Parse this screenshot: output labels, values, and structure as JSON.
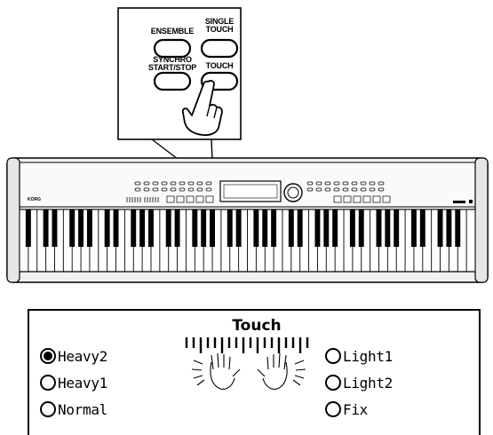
{
  "callout": {
    "buttons": [
      {
        "id": "ensemble",
        "label": "ENSEMBLE"
      },
      {
        "id": "single-touch",
        "label": "SINGLE\nTOUCH"
      },
      {
        "id": "synchro-start-stop",
        "label": "SYNCHRO\nSTART/STOP"
      },
      {
        "id": "touch",
        "label": "TOUCH",
        "pressed": true
      }
    ]
  },
  "instrument": {
    "brand": "KORG",
    "keyboard": {
      "white_keys": 52,
      "range": "88-key"
    }
  },
  "display": {
    "title": "Touch",
    "options_left": [
      {
        "label": "Heavy2",
        "selected": true
      },
      {
        "label": "Heavy1",
        "selected": false
      },
      {
        "label": "Normal",
        "selected": false
      }
    ],
    "options_right": [
      {
        "label": "Light1",
        "selected": false
      },
      {
        "label": "Light2",
        "selected": false
      },
      {
        "label": "Fix",
        "selected": false
      }
    ]
  },
  "colors": {
    "ink": "#000000",
    "paper": "#ffffff",
    "panel": "#f2f2f2",
    "panel_shadow": "#cfcfcf"
  },
  "icons": [
    "hand-pointer-icon",
    "hands-on-keys-icon",
    "radio-selected-icon",
    "radio-empty-icon"
  ]
}
